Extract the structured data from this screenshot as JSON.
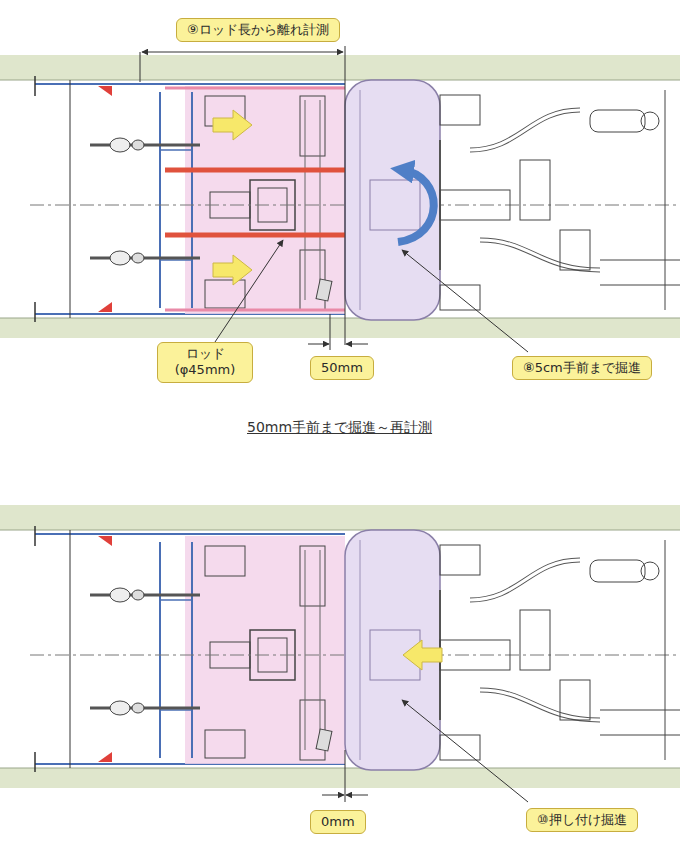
{
  "diagram": {
    "caption": "50mm手前まで掘進～再計測",
    "nodes": [
      {
        "text": [
          "⑨ロッド長から離れ計測"
        ]
      },
      {
        "text": [
          "ロッド (φ45mm)"
        ]
      },
      {
        "text": [
          "50mm"
        ]
      },
      {
        "text": [
          "⑧5cm手前まで掘進"
        ]
      },
      {
        "text": [
          "0mm"
        ]
      },
      {
        "text": [
          "⑩押し付け掘進"
        ]
      }
    ]
  }
}
